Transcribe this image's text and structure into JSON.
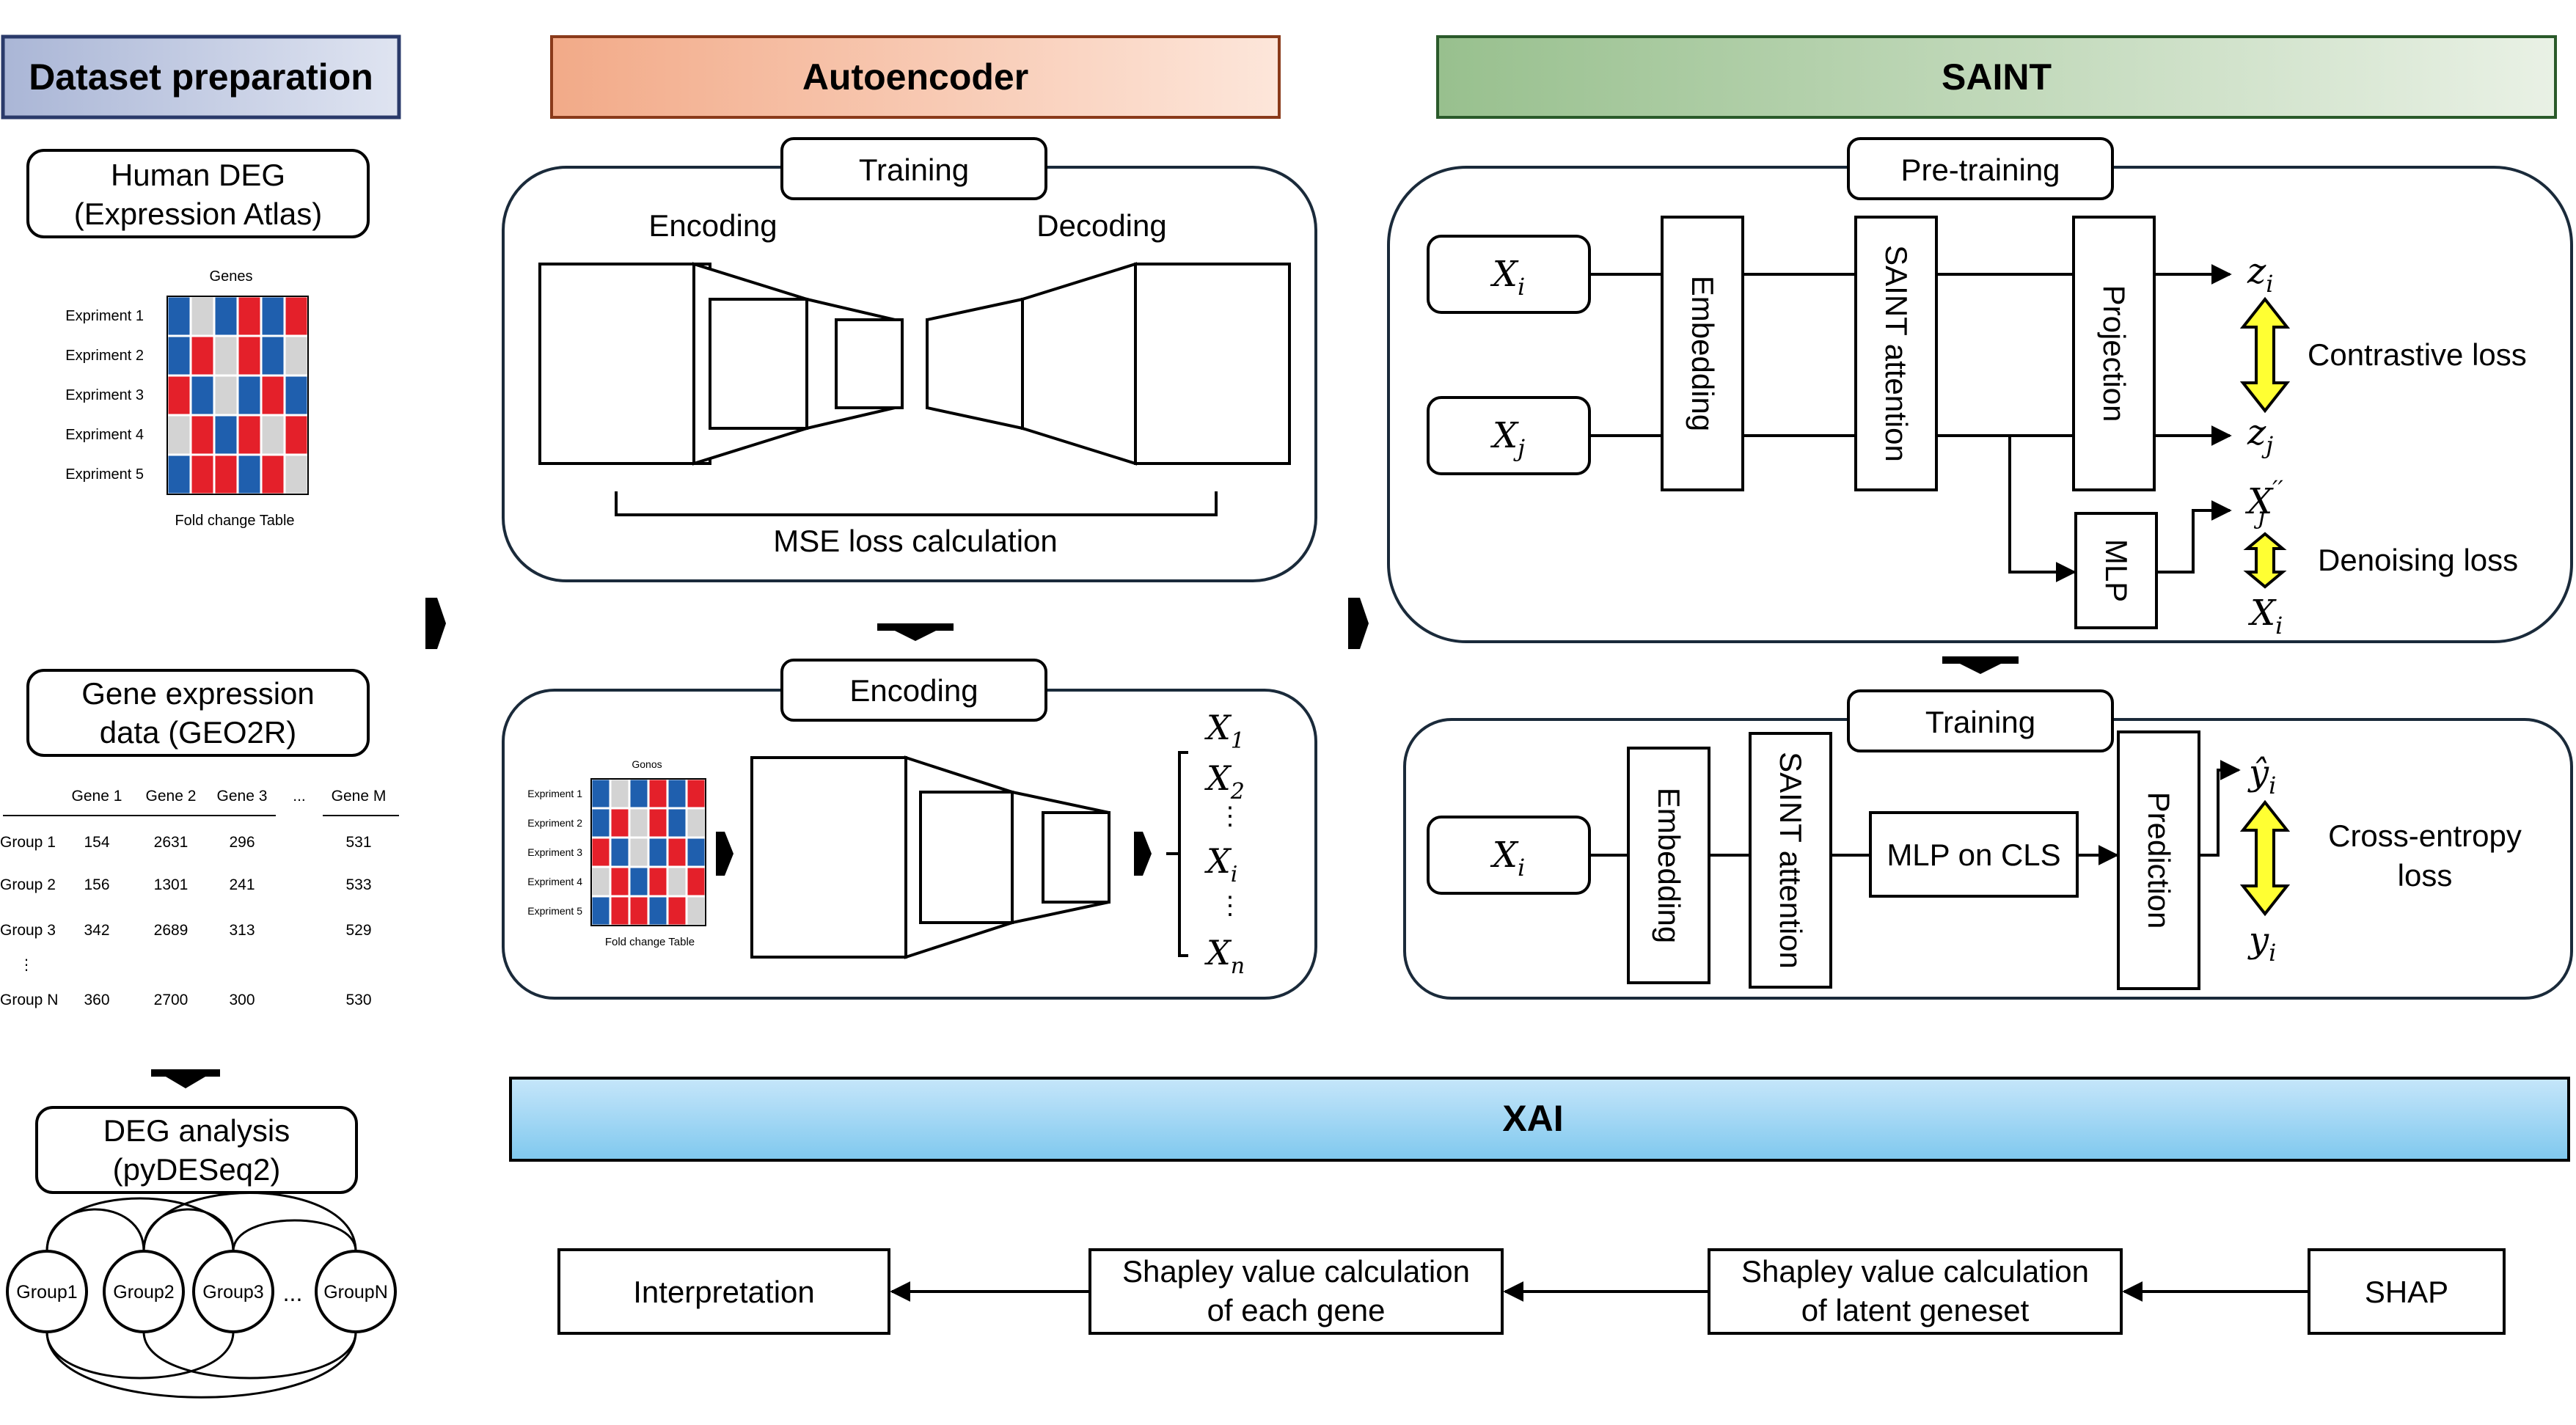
{
  "headers": {
    "dataset": "Dataset preparation",
    "autoencoder": "Autoencoder",
    "saint": "SAINT",
    "xai": "XAI"
  },
  "dataset": {
    "human_deg": [
      "Human DEG",
      "(Expression Atlas)"
    ],
    "heatmap_top": {
      "title": "Genes",
      "rows": [
        "Expriment 1",
        "Expriment 2",
        "Expriment 3",
        "Expriment 4",
        "Expriment 5"
      ],
      "caption": "Fold change Table"
    },
    "gene_expr": [
      "Gene expression",
      "data (GEO2R)"
    ],
    "table": {
      "headers": [
        "Gene 1",
        "Gene 2",
        "Gene 3",
        "...",
        "Gene M"
      ],
      "rows": [
        {
          "label": "Group 1",
          "values": [
            "154",
            "2631",
            "296",
            "531"
          ]
        },
        {
          "label": "Group 2",
          "values": [
            "156",
            "1301",
            "241",
            "533"
          ]
        },
        {
          "label": "Group 3",
          "values": [
            "342",
            "2689",
            "313",
            "529"
          ]
        },
        {
          "label": "Group N",
          "values": [
            "360",
            "2700",
            "300",
            "530"
          ]
        }
      ],
      "vdots": "⋮"
    },
    "deg_analysis": [
      "DEG analysis",
      "(pyDESeq2)"
    ],
    "groups": [
      "Group1",
      "Group2",
      "Group3",
      "GroupN"
    ],
    "groups_ellipsis": "..."
  },
  "autoencoder": {
    "training_label": "Training",
    "encoding_label": "Encoding",
    "decoding_label": "Decoding",
    "mse_label": "MSE loss calculation",
    "encoding_box_label": "Encoding",
    "heatmap_small": {
      "title": "Gonos",
      "rows": [
        "Expriment 1",
        "Expriment 2",
        "Expriment 3",
        "Expriment 4",
        "Expriment 5"
      ],
      "caption": "Fold change Table"
    },
    "outputs": [
      "X",
      "X",
      "X",
      "X"
    ],
    "output_subs": [
      "1",
      "2",
      "i",
      "n"
    ]
  },
  "saint": {
    "pretraining_label": "Pre-training",
    "xi": "X",
    "xi_sub": "i",
    "xj": "X",
    "xj_sub": "j",
    "embedding": "Embedding",
    "attention": "SAINT attention",
    "projection": "Projection",
    "zi": "z",
    "zi_sub": "i",
    "zj": "z",
    "zj_sub": "j",
    "contrastive": "Contrastive loss",
    "mlp": "MLP",
    "xj_pp": "X",
    "xj_pp_sub": "j",
    "xj_pp_sup": "′′",
    "xi_out": "X",
    "xi_out_sub": "i",
    "denoising": "Denoising loss",
    "training_label": "Training",
    "xi2": "X",
    "xi2_sub": "i",
    "embedding2": "Embedding",
    "attention2": "SAINT attention",
    "mlp_cls": "MLP on CLS",
    "prediction": "Prediction",
    "yhat": "ŷ",
    "yhat_sub": "i",
    "y": "y",
    "y_sub": "i",
    "ce_loss": [
      "Cross-entropy",
      "loss"
    ]
  },
  "xai": {
    "interpretation": "Interpretation",
    "shap_gene": [
      "Shapley value calculation",
      "of each gene"
    ],
    "shap_latent": [
      "Shapley value calculation",
      "of latent geneset"
    ],
    "shap": "SHAP"
  },
  "colors": {
    "red": "#e4202a",
    "blue": "#1f5fae",
    "gray": "#d3d3d3",
    "yellow": "#ffff33"
  }
}
